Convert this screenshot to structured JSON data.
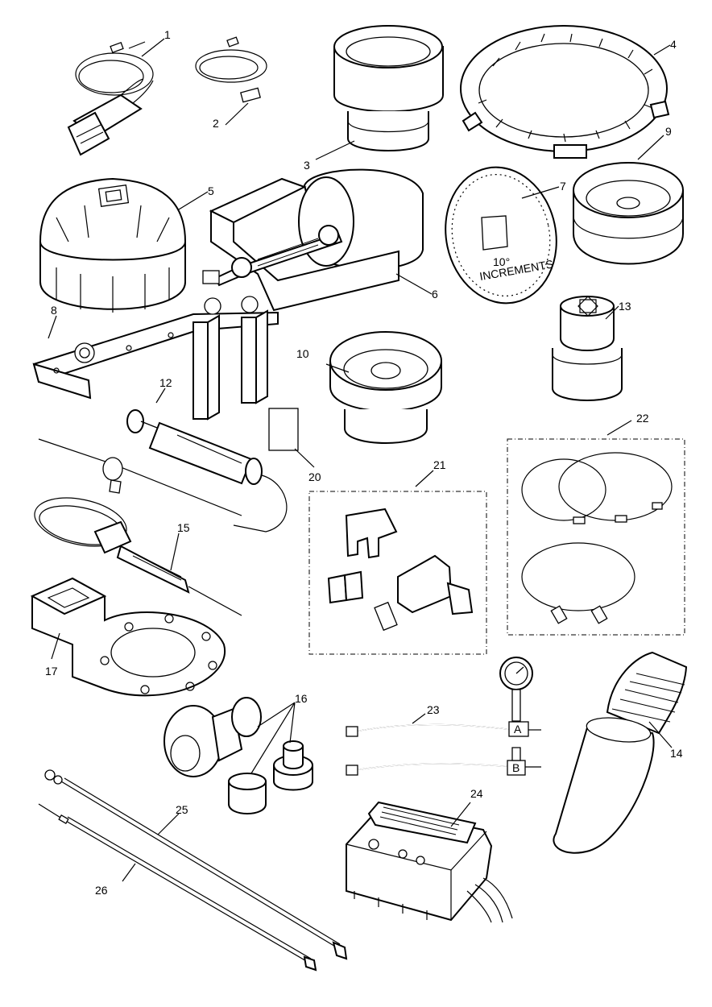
{
  "callouts": {
    "c1": "1",
    "c2": "2",
    "c3": "3",
    "c4": "4",
    "c5": "5",
    "c6": "6",
    "c7": "7",
    "c8": "8",
    "c9": "9",
    "c10": "10",
    "c12": "12",
    "c13": "13",
    "c14": "14",
    "c15": "15",
    "c16": "16",
    "c17": "17",
    "c20": "20",
    "c21": "21",
    "c22": "22",
    "c23": "23",
    "c24": "24",
    "c25": "25",
    "c26": "26"
  },
  "protractor": {
    "line1": "10°",
    "line2": "INCREMENTS"
  },
  "hose_labels": {
    "a": "A",
    "b": "B"
  },
  "icons": {
    "diagnostic_cable": "cable-connector-icon",
    "gauge": "pressure-gauge-icon",
    "battery_charger": "charger-icon"
  }
}
